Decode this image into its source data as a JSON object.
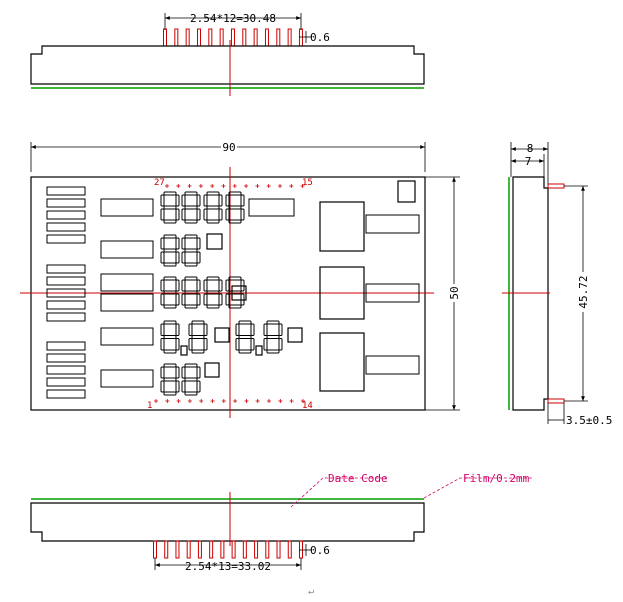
{
  "top_view": {
    "pitch_label": "2.54*12=30.48",
    "pin_width_label": "0.6"
  },
  "front_view": {
    "width_label": "90",
    "height_label": "50",
    "pin_top_left": "27",
    "pin_top_right": "15",
    "pin_bottom_left": "1",
    "pin_bottom_right": "14"
  },
  "side_view": {
    "outer_thickness_label": "8",
    "inner_thickness_label": "7",
    "pin_span_label": "45.72",
    "pin_length_label": "3.5±0.5"
  },
  "bottom_view": {
    "date_code_label": "Date Code",
    "film_label": "Film/0.2mm",
    "pitch_label": "2.54*13=33.02",
    "pin_width_label": "0.6"
  },
  "footer": {
    "return_glyph": "↵"
  },
  "colors": {
    "outline": "#000000",
    "pin": "#cc0000",
    "accent": "#00a000",
    "callout": "#d4006a"
  }
}
